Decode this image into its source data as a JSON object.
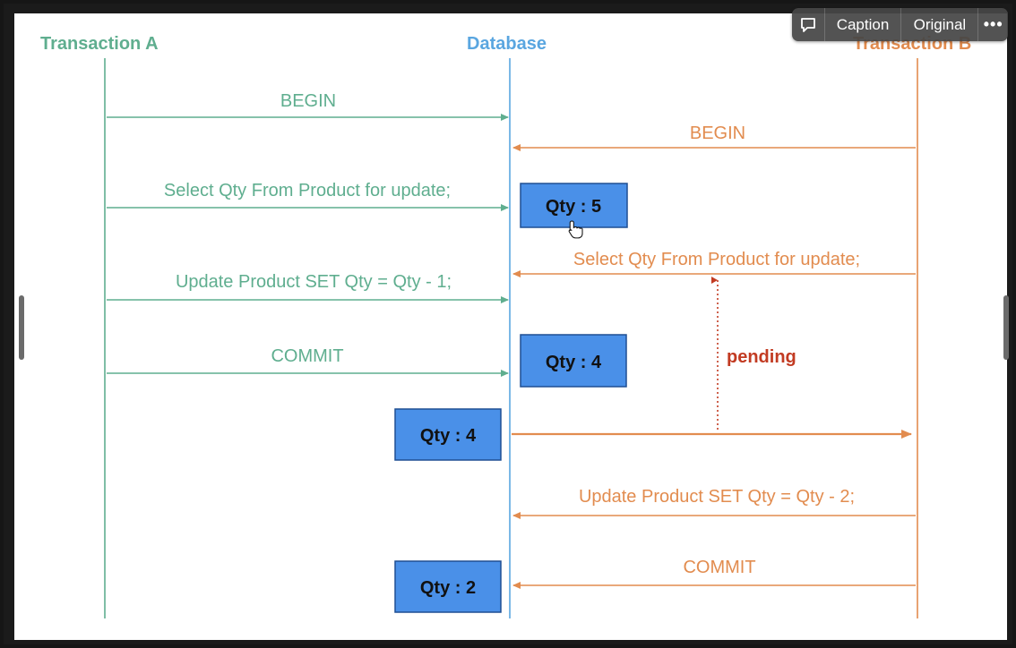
{
  "toolbar": {
    "caption_label": "Caption",
    "original_label": "Original",
    "more_label": "•••",
    "comment_icon": "speech-bubble-icon",
    "more_icon": "ellipsis-icon"
  },
  "colors": {
    "transaction_a": "#5fae8f",
    "database": "#5aa6e0",
    "transaction_b": "#e28c4f",
    "box_fill": "#4a90e8",
    "pending": "#c23b22"
  },
  "diagram": {
    "lanes": {
      "transaction_a": "Transaction A",
      "database": "Database",
      "transaction_b": "Transaction B"
    },
    "messages": {
      "a_begin": "BEGIN",
      "b_begin": "BEGIN",
      "a_select": "Select Qty From Product for update;",
      "b_select": "Select Qty From Product for update;",
      "a_update": "Update Product SET Qty = Qty - 1;",
      "a_commit": "COMMIT",
      "b_update": "Update Product SET Qty = Qty - 2;",
      "b_commit": "COMMIT"
    },
    "boxes": {
      "qty_5": "Qty : 5",
      "qty_4_after_update": "Qty : 4",
      "qty_4_to_b": "Qty : 4",
      "qty_2": "Qty : 2"
    },
    "pending_label": "pending"
  }
}
